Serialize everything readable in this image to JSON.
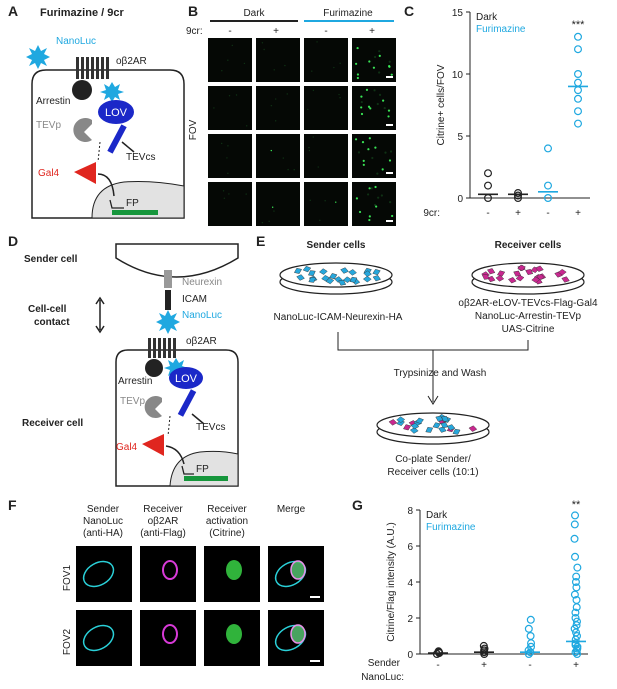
{
  "panels": {
    "A": {
      "letter": "A",
      "title": "Furimazine / 9cr",
      "labels": {
        "nanoluc": "NanoLuc",
        "ob2ar": "oβ2AR",
        "arrestin": "Arrestin",
        "lov": "LOV",
        "tevp": "TEVp",
        "tevcs": "TEVcs",
        "gal4": "Gal4",
        "fp": "FP"
      }
    },
    "B": {
      "letter": "B",
      "groups": [
        "Dark",
        "Furimazine"
      ],
      "row_label": "9cr:",
      "signs": [
        "-",
        "+",
        "-",
        "+"
      ],
      "fov_label": "FOV"
    },
    "C": {
      "letter": "C",
      "significance": "***",
      "xrow_label": "9cr:"
    },
    "D": {
      "letter": "D",
      "labels": {
        "sender": "Sender cell",
        "contact_line1": "Cell-cell",
        "contact_line2": "contact",
        "receiver": "Receiver cell",
        "neurexin": "Neurexin",
        "icam": "ICAM",
        "nanoluc": "NanoLuc",
        "ob2ar": "oβ2AR",
        "arrestin": "Arrestin",
        "lov": "LOV",
        "tevp": "TEVp",
        "tevcs": "TEVcs",
        "gal4": "Gal4",
        "fp": "FP"
      }
    },
    "E": {
      "letter": "E",
      "sender_title": "Sender cells",
      "receiver_title": "Receiver cells",
      "sender_construct": "NanoLuc-ICAM-Neurexin-HA",
      "receiver_constructs": [
        "oβ2AR-eLOV-TEVcs-Flag-Gal4",
        "NanoLuc-Arrestin-TEVp",
        "UAS-Citrine"
      ],
      "step": "Trypsinize and Wash",
      "coplate_line1": "Co-plate Sender/",
      "coplate_line2": "Receiver cells (10:1)"
    },
    "F": {
      "letter": "F",
      "columns": [
        {
          "line1": "Sender",
          "line2": "NanoLuc",
          "line3": "(anti-HA)"
        },
        {
          "line1": "Receiver",
          "line2": "oβ2AR",
          "line3": "(anti-Flag)"
        },
        {
          "line1": "Receiver",
          "line2": "activation",
          "line3": "(Citrine)"
        },
        {
          "line1": "Merge",
          "line2": "",
          "line3": ""
        }
      ],
      "rows": [
        "FOV1",
        "FOV2"
      ]
    },
    "G": {
      "letter": "G",
      "significance": "**",
      "xrow_label_line1": "Sender",
      "xrow_label_line2": "NanoLuc:"
    }
  },
  "chart_data": [
    {
      "type": "scatter",
      "panel": "C",
      "ylabel": "Citrine+ cells/FOV",
      "ylim": [
        0,
        15
      ],
      "yticks": [
        0,
        5,
        10,
        15
      ],
      "categories": [
        "-",
        "+",
        "-",
        "+"
      ],
      "legend": [
        "Dark",
        "Furimazine"
      ],
      "colors": {
        "Dark": "#222222",
        "Furimazine": "#1fa8e0"
      },
      "series": [
        {
          "name": "Dark",
          "points": [
            [
              0,
              0
            ],
            [
              0,
              1
            ],
            [
              0,
              2
            ],
            [
              1,
              0
            ],
            [
              1,
              0.2
            ],
            [
              1,
              0.4
            ]
          ],
          "medians": [
            [
              0,
              0.3
            ],
            [
              1,
              0.3
            ]
          ]
        },
        {
          "name": "Furimazine",
          "points": [
            [
              2,
              0
            ],
            [
              2,
              1
            ],
            [
              2,
              4
            ],
            [
              3,
              6
            ],
            [
              3,
              7
            ],
            [
              3,
              8
            ],
            [
              3,
              8.7
            ],
            [
              3,
              9.3
            ],
            [
              3,
              10
            ],
            [
              3,
              12
            ],
            [
              3,
              13
            ]
          ],
          "medians": [
            [
              2,
              0.5
            ],
            [
              3,
              9
            ]
          ]
        }
      ]
    },
    {
      "type": "scatter",
      "panel": "G",
      "ylabel": "Citrine/Flag intensity (A.U.)",
      "ylim": [
        0,
        8
      ],
      "yticks": [
        0,
        2,
        4,
        6,
        8
      ],
      "categories": [
        "-",
        "+",
        "-",
        "+"
      ],
      "legend": [
        "Dark",
        "Furimazine"
      ],
      "colors": {
        "Dark": "#222222",
        "Furimazine": "#1fa8e0"
      },
      "series": [
        {
          "name": "Dark",
          "points": [
            [
              0,
              0
            ],
            [
              0,
              0.05
            ],
            [
              0,
              0.1
            ],
            [
              0,
              0.15
            ],
            [
              1,
              0
            ],
            [
              1,
              0.1
            ],
            [
              1,
              0.2
            ],
            [
              1,
              0.3
            ],
            [
              1,
              0.45
            ]
          ],
          "medians": [
            [
              0,
              0.05
            ],
            [
              1,
              0.1
            ]
          ]
        },
        {
          "name": "Furimazine",
          "points": [
            [
              2,
              0
            ],
            [
              2,
              0.1
            ],
            [
              2,
              0.2
            ],
            [
              2,
              0.4
            ],
            [
              2,
              0.6
            ],
            [
              2,
              1.0
            ],
            [
              2,
              1.4
            ],
            [
              2,
              1.9
            ],
            [
              3,
              0
            ],
            [
              3,
              0.1
            ],
            [
              3,
              0.2
            ],
            [
              3,
              0.3
            ],
            [
              3,
              0.4
            ],
            [
              3,
              0.5
            ],
            [
              3,
              0.6
            ],
            [
              3,
              0.8
            ],
            [
              3,
              1.0
            ],
            [
              3,
              1.2
            ],
            [
              3,
              1.4
            ],
            [
              3,
              1.6
            ],
            [
              3,
              1.8
            ],
            [
              3,
              2.0
            ],
            [
              3,
              2.3
            ],
            [
              3,
              2.6
            ],
            [
              3,
              3.0
            ],
            [
              3,
              3.3
            ],
            [
              3,
              3.7
            ],
            [
              3,
              4.0
            ],
            [
              3,
              4.3
            ],
            [
              3,
              4.8
            ],
            [
              3,
              5.4
            ],
            [
              3,
              6.4
            ],
            [
              3,
              7.2
            ],
            [
              3,
              7.7
            ]
          ],
          "medians": [
            [
              2,
              0.1
            ],
            [
              3,
              0.7
            ]
          ]
        }
      ]
    }
  ]
}
